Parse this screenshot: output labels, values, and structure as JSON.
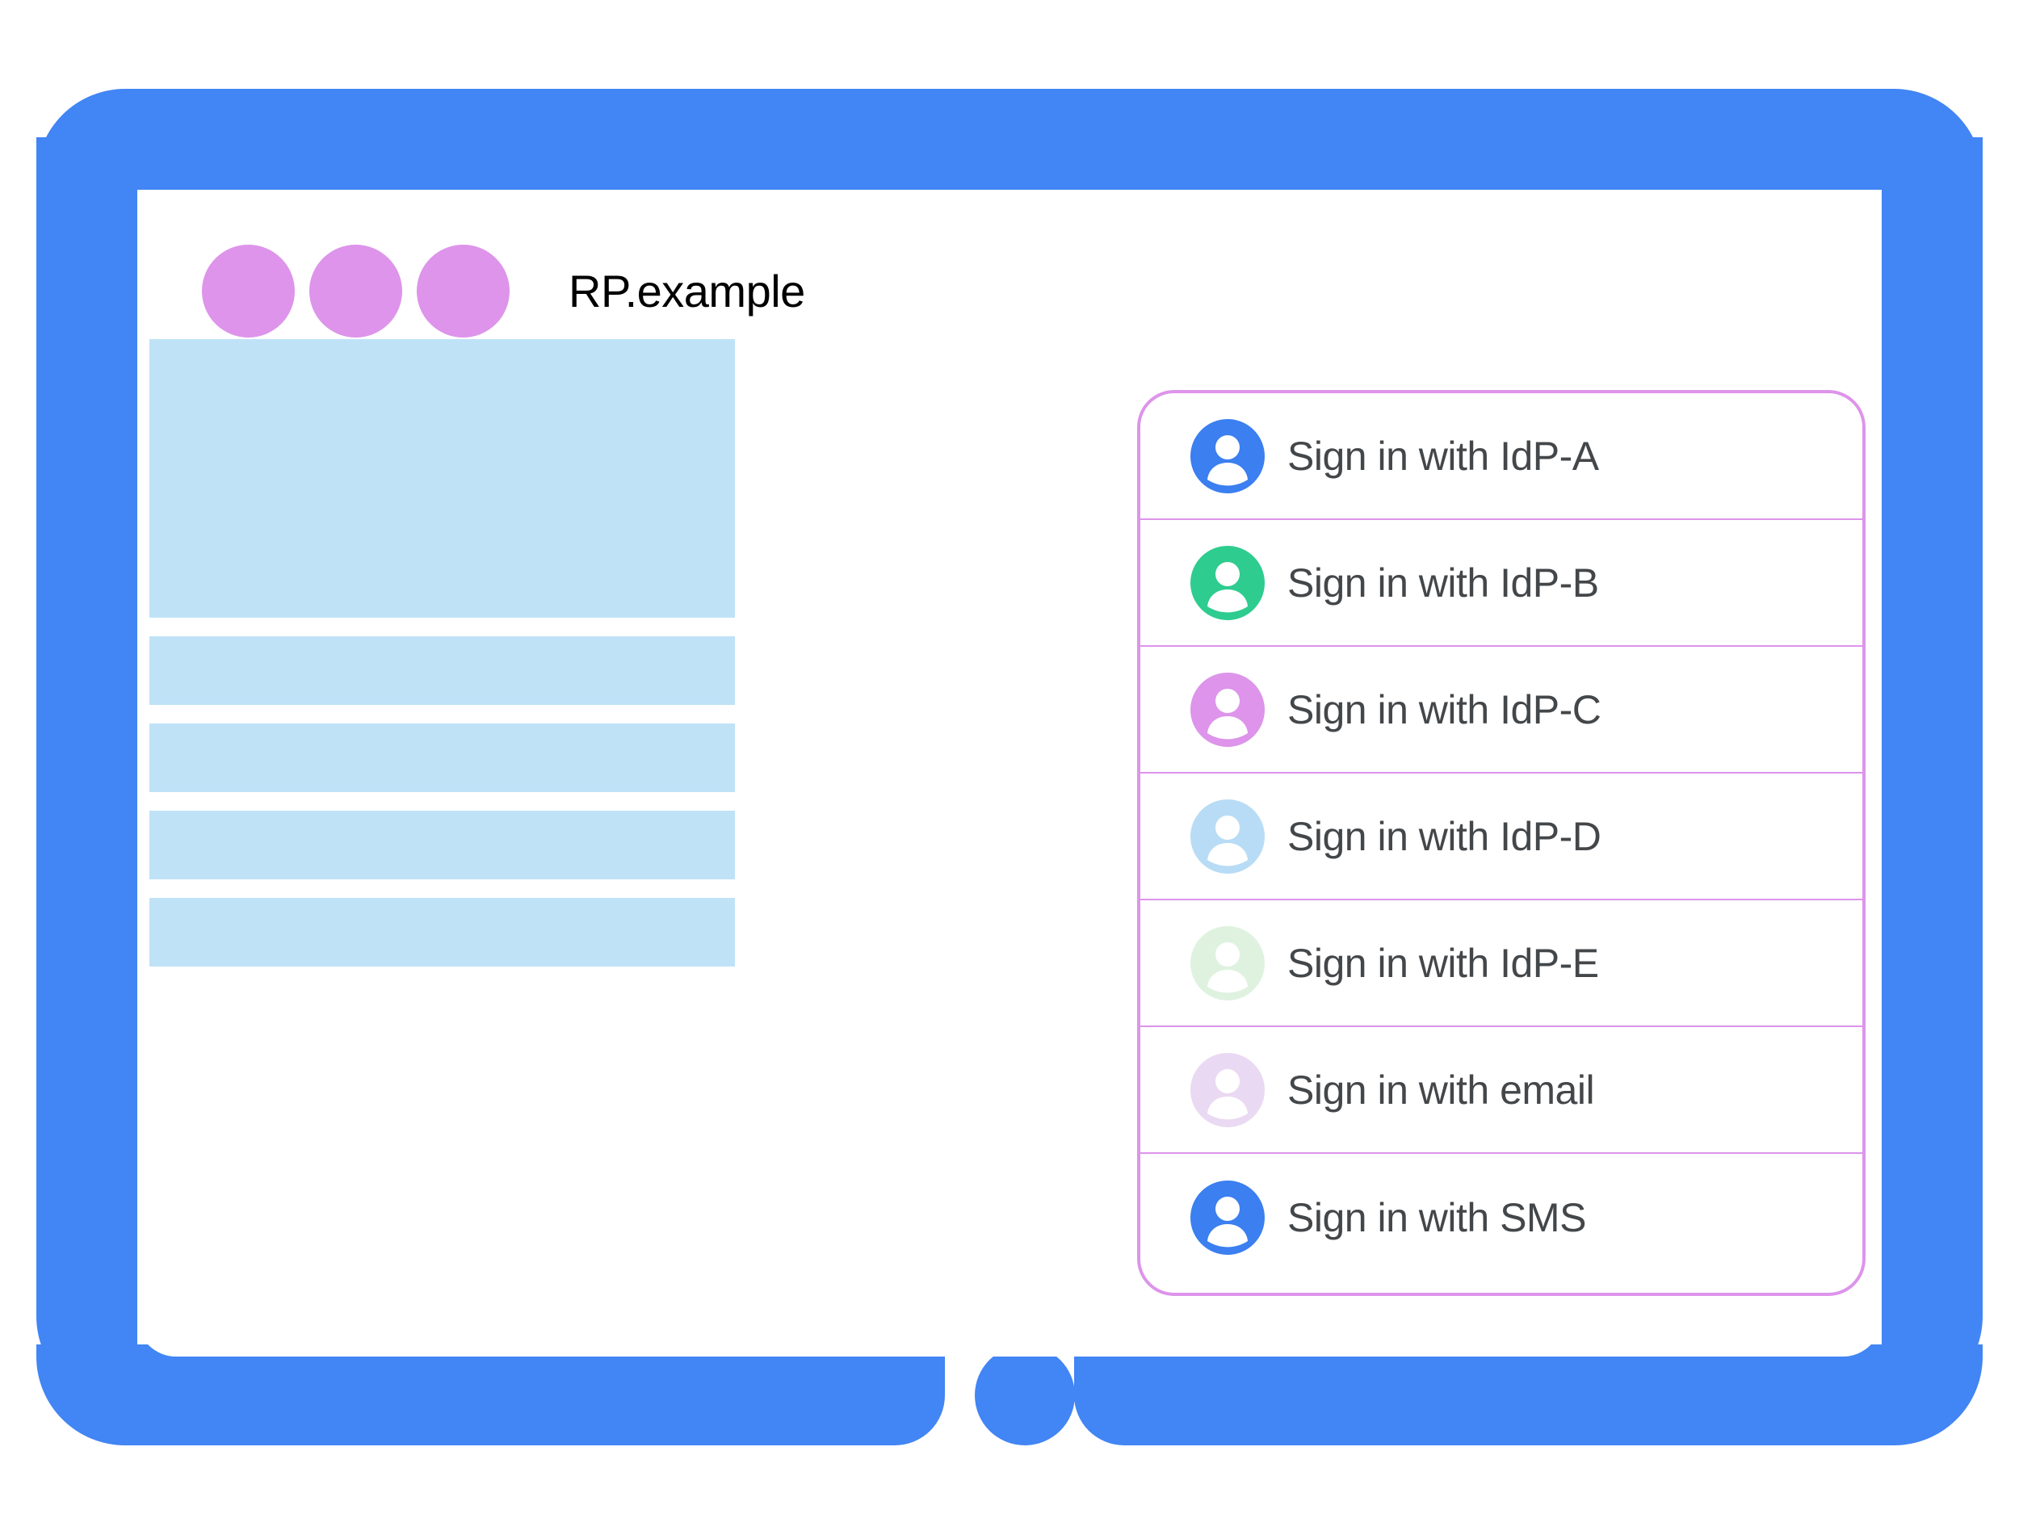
{
  "window": {
    "title": "RP.example",
    "dots": [
      {
        "name": "window-dot-1",
        "color": "#dd94ea"
      },
      {
        "name": "window-dot-2",
        "color": "#dd94ea"
      },
      {
        "name": "window-dot-3",
        "color": "#dd94ea"
      }
    ],
    "frame_color": "#4285f4",
    "screen_color": "#ffffff"
  },
  "content": {
    "placeholder_color": "#bfe2f7",
    "blocks": [
      {
        "name": "placeholder-hero",
        "kind": "hero"
      },
      {
        "name": "placeholder-bar-1",
        "kind": "bar"
      },
      {
        "name": "placeholder-bar-2",
        "kind": "bar"
      },
      {
        "name": "placeholder-bar-3",
        "kind": "bar"
      },
      {
        "name": "placeholder-bar-4",
        "kind": "bar"
      }
    ]
  },
  "signin_card": {
    "border_color": "#dd94ea",
    "separator_color": "#dd94ea",
    "label_color": "#44474a",
    "options": [
      {
        "label": "Sign in with IdP-A",
        "icon": "avatar-icon",
        "icon_color": "#3b7ff0",
        "id": "idp-a"
      },
      {
        "label": "Sign in with IdP-B",
        "icon": "avatar-icon",
        "icon_color": "#2ecc8f",
        "id": "idp-b"
      },
      {
        "label": "Sign in with IdP-C",
        "icon": "avatar-icon",
        "icon_color": "#dd94ea",
        "id": "idp-c"
      },
      {
        "label": "Sign in with IdP-D",
        "icon": "avatar-icon",
        "icon_color": "#b8dcf5",
        "id": "idp-d"
      },
      {
        "label": "Sign in with IdP-E",
        "icon": "avatar-icon",
        "icon_color": "#dff2e0",
        "id": "idp-e"
      },
      {
        "label": "Sign in with email",
        "icon": "avatar-icon",
        "icon_color": "#ead9f2",
        "id": "email"
      },
      {
        "label": "Sign in with SMS",
        "icon": "avatar-icon",
        "icon_color": "#3b7ff0",
        "id": "sms"
      }
    ]
  }
}
